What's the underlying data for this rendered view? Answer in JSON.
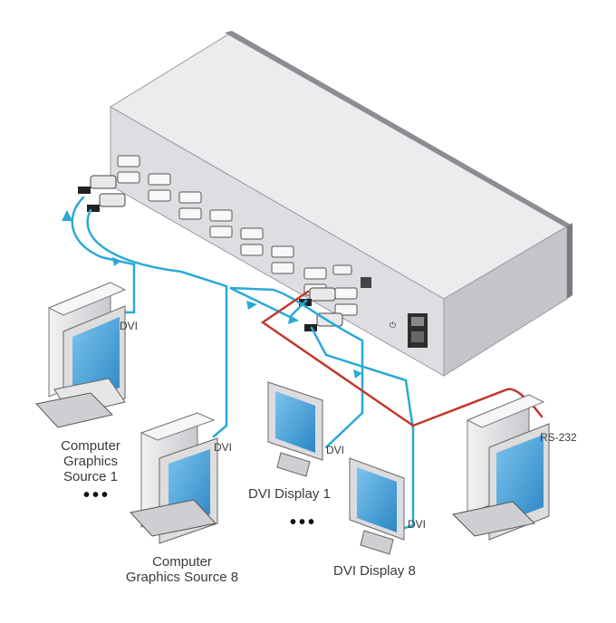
{
  "labels": {
    "dvi_cable": "DVI",
    "rs232_cable": "RS-232",
    "source1_line1": "Computer",
    "source1_line2": "Graphics",
    "source1_line3": "Source 1",
    "source8_line1": "Computer",
    "source8_line2": "Graphics Source 8",
    "display1": "DVI Display 1",
    "display8": "DVI Display 8",
    "ellipsis": "•••"
  },
  "colors": {
    "dvi_cable": "#2aa9d6",
    "rs232_cable": "#c0392b",
    "chassis_top": "#e9e9ec",
    "chassis_side": "#cfcfd4",
    "screen": "#4aa3d8"
  }
}
